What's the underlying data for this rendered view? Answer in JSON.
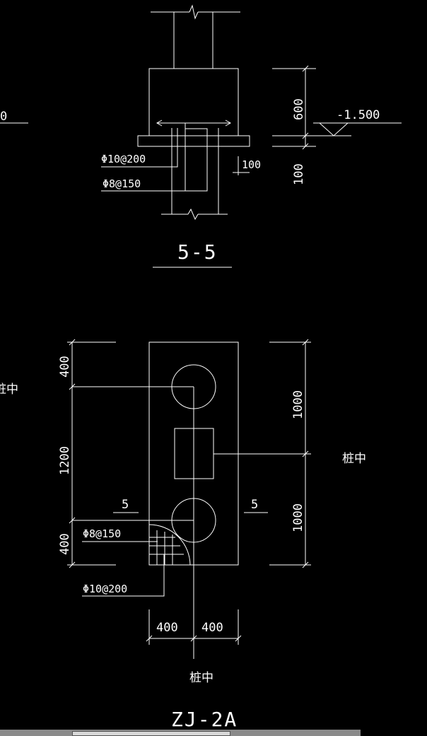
{
  "section": {
    "title": "5-5",
    "elevation": "-1.500",
    "dim_600": "600",
    "dim_100_right": "100",
    "dim_100_small": "100",
    "rebar_top": "Φ10@200",
    "rebar_bottom": "Φ8@150",
    "left_fragment": "0"
  },
  "plan": {
    "title": "ZJ-2A",
    "dim_left_top": "400",
    "dim_left_mid": "1200",
    "dim_left_bot": "400",
    "dim_right_top": "1000",
    "dim_right_bot": "1000",
    "dim_bottom_left": "400",
    "dim_bottom_right": "400",
    "section_mark_left": "5",
    "section_mark_right": "5",
    "rebar_1": "Φ8@150",
    "rebar_2": "Φ10@200",
    "pile_center_right": "桩中",
    "pile_center_bottom": "桩中",
    "left_fragment": "桩中"
  }
}
